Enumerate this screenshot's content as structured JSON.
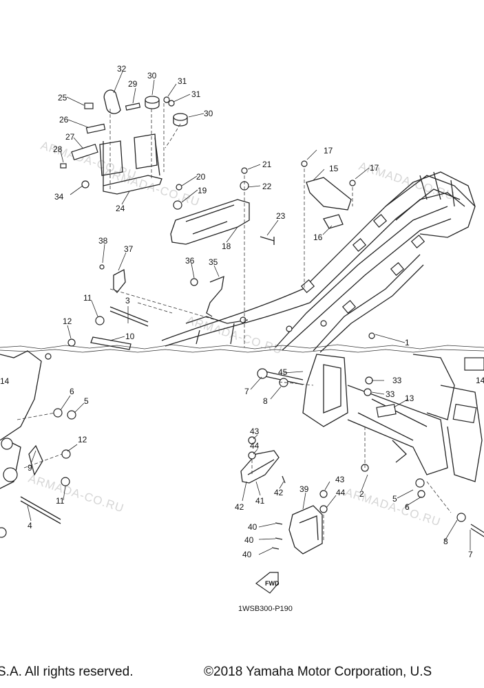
{
  "diagram": {
    "watermark": "ARMADA-CO.RU",
    "drawing_code": "1WSB300-P190",
    "fwd_label": "FWD",
    "callouts": [
      "1",
      "2",
      "3",
      "4",
      "5",
      "6",
      "7",
      "8",
      "9",
      "10",
      "11",
      "12",
      "13",
      "14",
      "15",
      "16",
      "17",
      "18",
      "19",
      "20",
      "21",
      "22",
      "23",
      "24",
      "25",
      "26",
      "27",
      "28",
      "29",
      "30",
      "31",
      "32",
      "33",
      "34",
      "35",
      "36",
      "37",
      "38",
      "39",
      "40",
      "41",
      "42",
      "43",
      "44",
      "45"
    ]
  },
  "footer": {
    "left_text": "S.A. All rights reserved.",
    "right_text": "©2018 Yamaha Motor Corporation, U.S"
  }
}
